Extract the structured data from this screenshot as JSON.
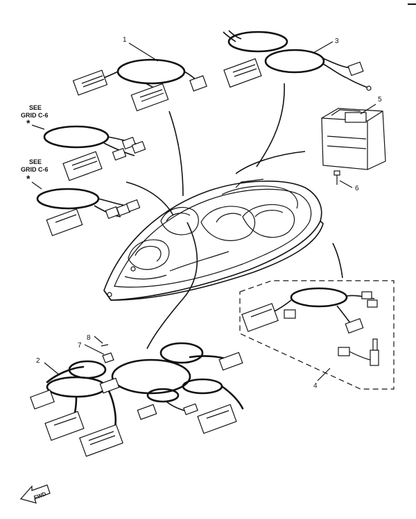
{
  "callouts": {
    "c1": "1",
    "c2": "2",
    "c3": "3",
    "c4": "4",
    "c5": "5",
    "c6": "6",
    "c7": "7",
    "c8": "8"
  },
  "references": {
    "see_1": "SEE",
    "grid_1": "GRID C-6",
    "see_2": "SEE",
    "grid_2": "GRID C-6",
    "star": "*"
  },
  "fwd_label": "FWD"
}
